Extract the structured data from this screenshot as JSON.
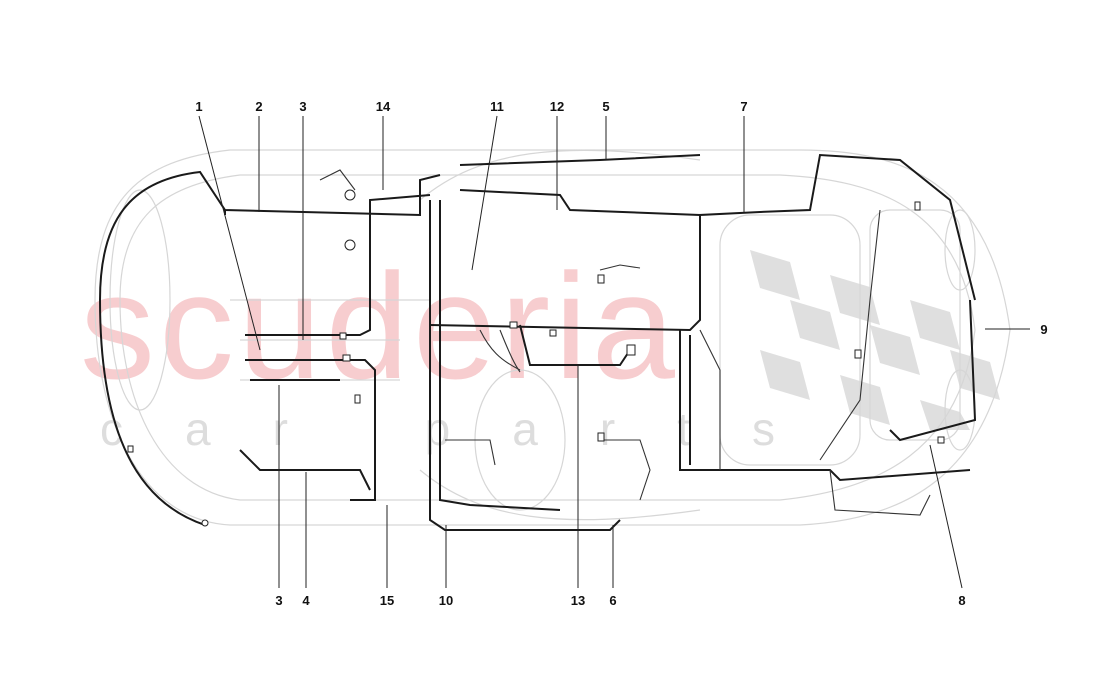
{
  "watermark": {
    "brand": "scuderia",
    "sub": "car parts",
    "brand_color": "#f4b8bb"
  },
  "callouts": {
    "top": [
      "1",
      "2",
      "3",
      "14",
      "11",
      "12",
      "5",
      "7"
    ],
    "right": [
      "9"
    ],
    "bottom": [
      "3",
      "4",
      "15",
      "10",
      "13",
      "6",
      "8"
    ]
  }
}
